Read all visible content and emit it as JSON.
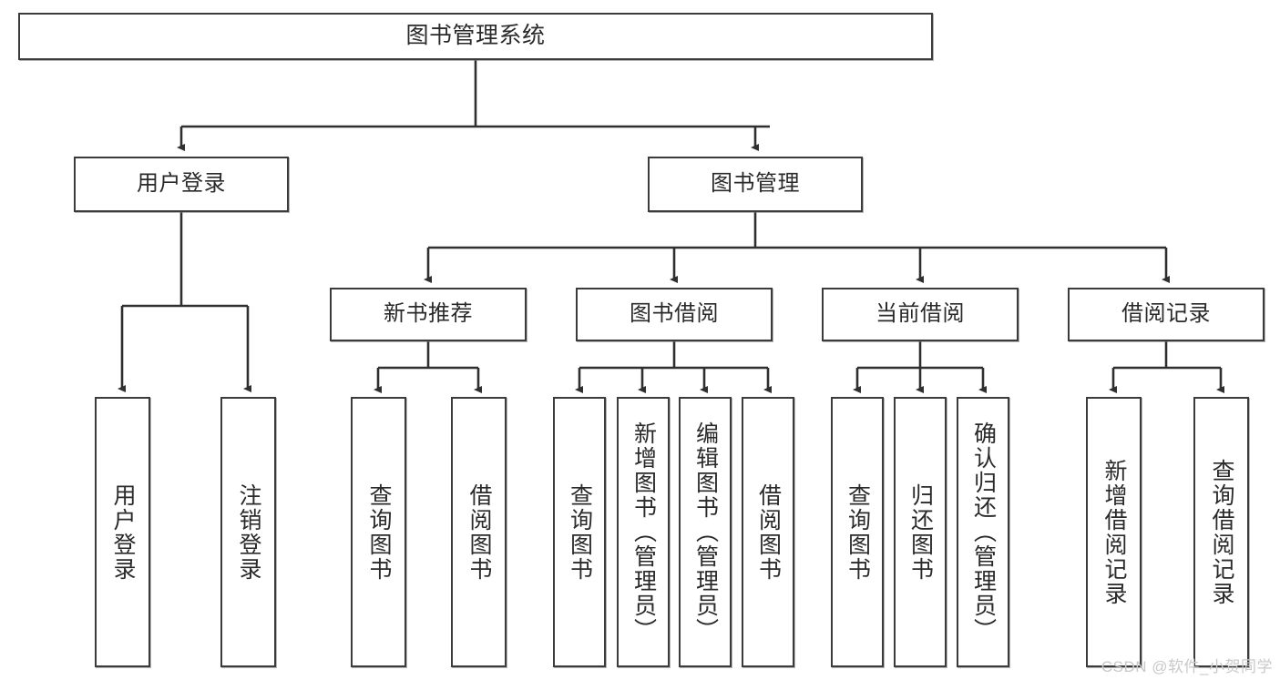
{
  "diagram": {
    "title": "图书管理系统",
    "stroke_color": "#3b3b3b",
    "fill_color": "#ffffff",
    "text_color": "#2a2a2a",
    "watermark": "CSDN @软件_小贺同学"
  },
  "root": {
    "label": "图书管理系统"
  },
  "level2": [
    {
      "label": "用户登录"
    },
    {
      "label": "图书管理"
    }
  ],
  "level3": [
    {
      "label": "新书推荐"
    },
    {
      "label": "图书借阅"
    },
    {
      "label": "当前借阅"
    },
    {
      "label": "借阅记录"
    }
  ],
  "leaves": {
    "user_login": [
      {
        "label": "用户登录"
      },
      {
        "label": "注销登录"
      }
    ],
    "new_book": [
      {
        "label": "查询图书"
      },
      {
        "label": "借阅图书"
      }
    ],
    "borrow_book": [
      {
        "label": "查询图书"
      },
      {
        "label": "新增图书（管理员）"
      },
      {
        "label": "编辑图书（管理员）"
      },
      {
        "label": "借阅图书"
      }
    ],
    "current_borrow": [
      {
        "label": "查询图书"
      },
      {
        "label": "归还图书"
      },
      {
        "label": "确认归还（管理员）"
      }
    ],
    "borrow_record": [
      {
        "label": "新增借阅记录"
      },
      {
        "label": "查询借阅记录"
      }
    ]
  }
}
